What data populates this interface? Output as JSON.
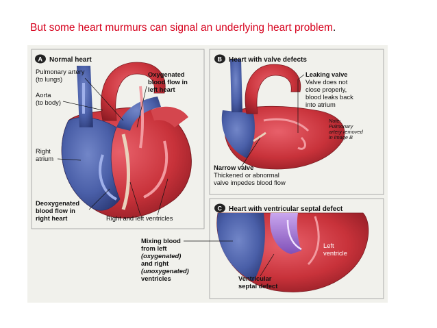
{
  "slide": {
    "title": "But some heart murmurs can signal an underlying heart problem",
    "title_end": "."
  },
  "panel_a": {
    "badge": "A",
    "title": "Normal heart",
    "labels": {
      "pulmonary_1": "Pulmonary artery",
      "pulmonary_2": "(to lungs)",
      "aorta_1": "Aorta",
      "aorta_2": "(to body)",
      "oxy_1": "Oxygenated",
      "oxy_2": "blood flow in",
      "oxy_3": "left heart",
      "right_atrium_1": "Right",
      "right_atrium_2": "atrium",
      "deoxy_1": "Deoxygenated",
      "deoxy_2": "blood flow in",
      "deoxy_3": "right heart",
      "ventricles": "Right and left ventricles"
    }
  },
  "panel_b": {
    "badge": "B",
    "title": "Heart with valve defects",
    "labels": {
      "leaking_1": "Leaking valve",
      "leaking_2": "Valve does not",
      "leaking_3": "close properly,",
      "leaking_4": "blood leaks back",
      "leaking_5": "into atrium",
      "note_1": "Note:",
      "note_2": "Pulmonary",
      "note_3": "artery removed",
      "note_4": "in image B",
      "narrow_1": "Narrow valve",
      "narrow_2": "Thickened or abnormal",
      "narrow_3": "valve impedes blood flow"
    }
  },
  "panel_c": {
    "badge": "C",
    "title": "Heart with ventricular septal defect",
    "labels": {
      "mixing_1": "Mixing blood",
      "mixing_2": "from left",
      "mixing_3": "(oxygenated)",
      "mixing_4": "and right",
      "mixing_5": "(unoxygenated)",
      "mixing_6": "ventricles",
      "left_ventricle_1": "Left",
      "left_ventricle_2": "ventricle",
      "vsd_1": "Ventricular",
      "vsd_2": "septal defect"
    }
  },
  "colors": {
    "title_red": "#d6001c",
    "oxygenated_red": "#c8323a",
    "deoxygenated_blue": "#4a5fa8",
    "mixing_purple": "#a070c8",
    "figure_background": "#f1f1ec"
  }
}
